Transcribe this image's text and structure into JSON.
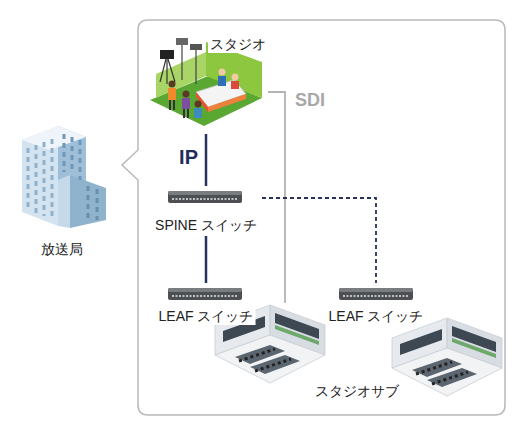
{
  "diagram": {
    "nodes": [
      {
        "text": [
          "放送局"
        ]
      },
      {
        "text": [
          "スタジオ"
        ]
      },
      {
        "text": [
          "SPINE スイッチ"
        ]
      },
      {
        "text": [
          "LEAF スイッチ"
        ]
      },
      {
        "text": [
          "LEAF スイッチ"
        ]
      },
      {
        "text": [
          "スタジオサブ"
        ]
      }
    ],
    "edges": [
      {
        "from": 1,
        "to": 2,
        "arrow": "none",
        "label": "IP"
      },
      {
        "from": 1,
        "to": 5,
        "arrow": "none",
        "label": "SDI"
      },
      {
        "from": 2,
        "to": 3,
        "arrow": "none"
      },
      {
        "from": 2,
        "to": 4,
        "arrow": "none"
      }
    ]
  }
}
